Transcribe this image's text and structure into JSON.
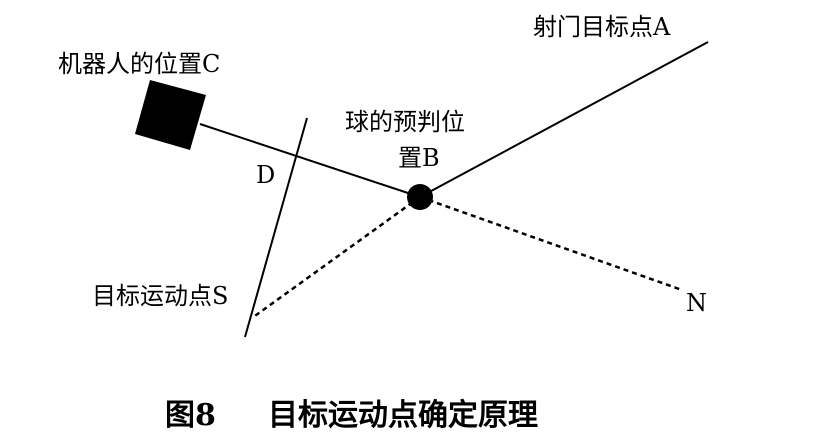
{
  "diagram": {
    "labels": {
      "goal_target_point": "射门目标点A",
      "robot_position": "机器人的位置C",
      "ball_prediction_line1": "球的预判位",
      "ball_prediction_line2": "置B",
      "point_d": "D",
      "target_motion_point": "目标运动点S",
      "point_n": "N"
    },
    "caption": {
      "figure_number": "图8",
      "title": "目标运动点确定原理"
    },
    "colors": {
      "ink": "#000000",
      "background": "#ffffff"
    }
  }
}
